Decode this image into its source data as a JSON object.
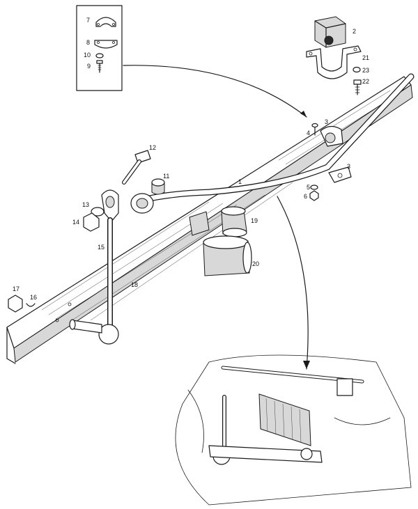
{
  "diagram": {
    "callouts": [
      "1",
      "2",
      "3",
      "3",
      "4",
      "5",
      "6",
      "7",
      "8",
      "9",
      "10",
      "11",
      "12",
      "13",
      "14",
      "15",
      "16",
      "17",
      "18",
      "19",
      "20",
      "21",
      "22",
      "23"
    ],
    "colors": {
      "ink": "#1a1a1a",
      "paper": "#ffffff",
      "shade": "#d8d8d8"
    }
  }
}
